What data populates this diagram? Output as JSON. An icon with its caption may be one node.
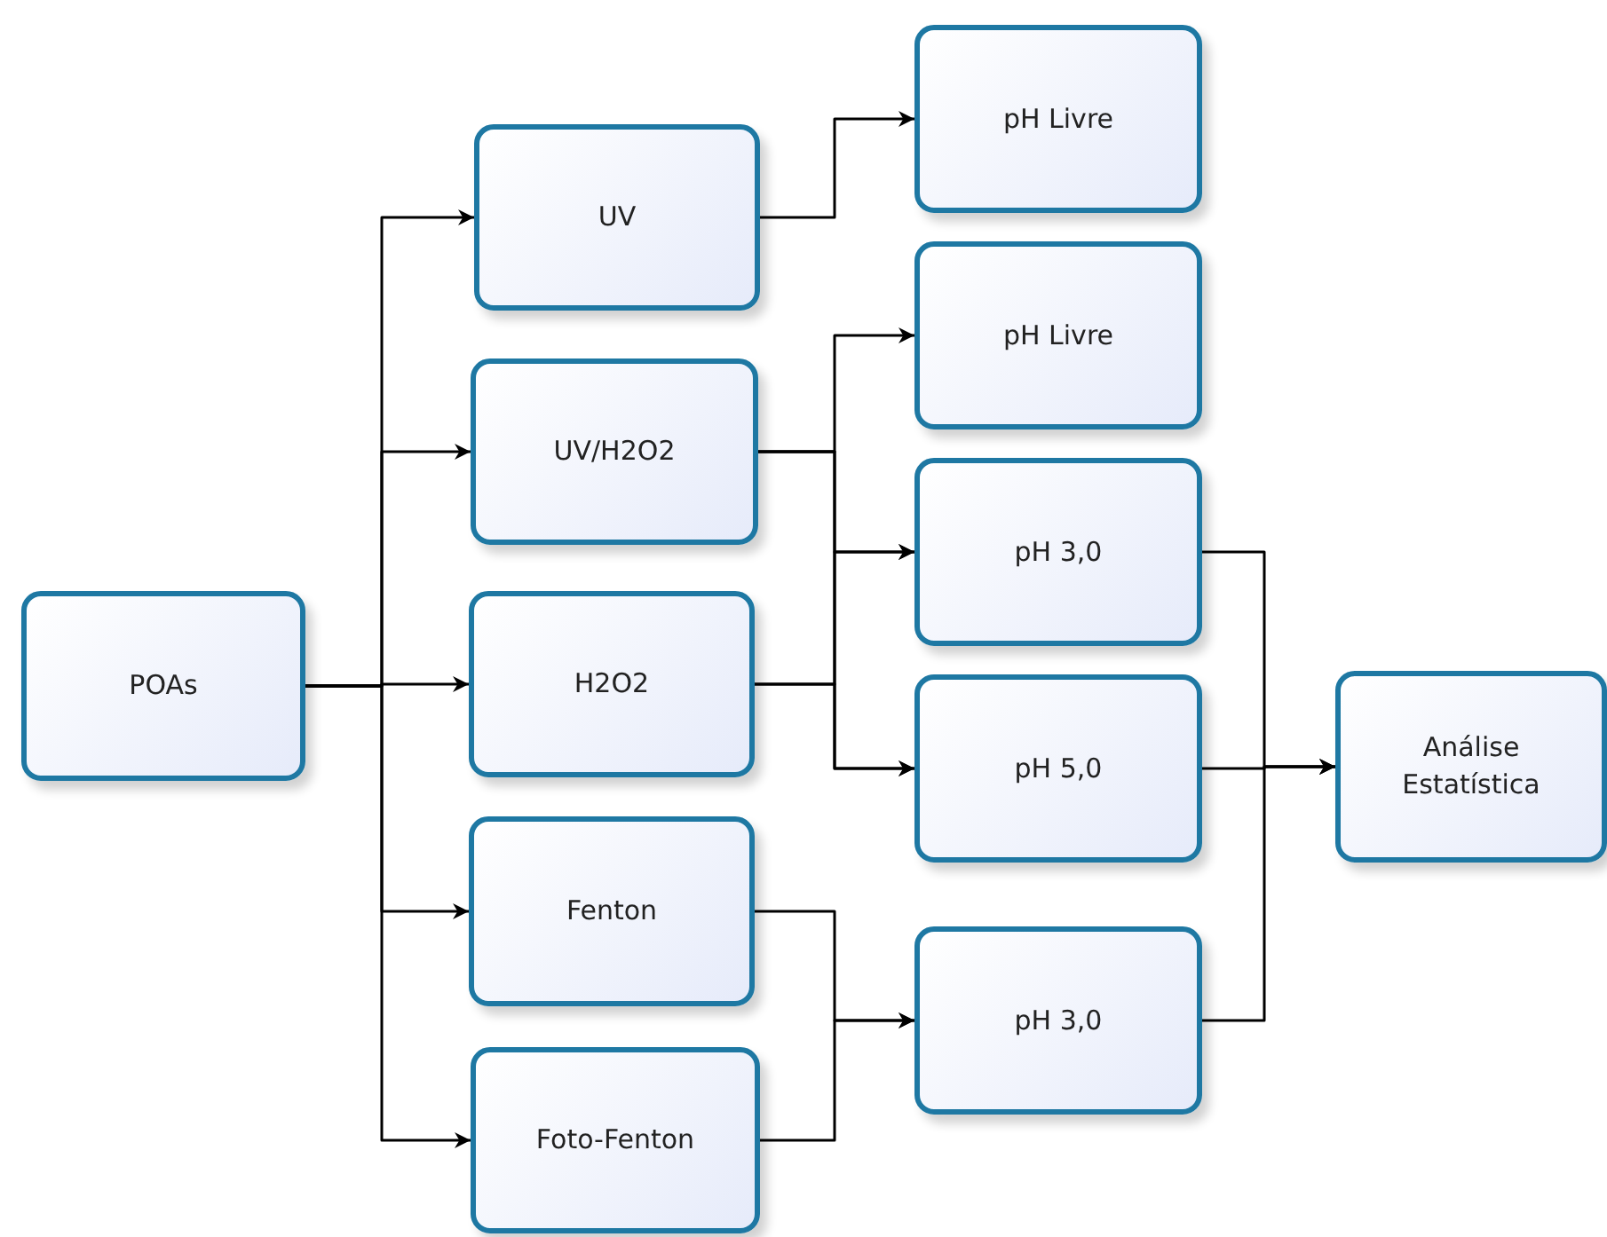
{
  "diagram": {
    "nodes": [
      {
        "text": [
          "POAs"
        ]
      },
      {
        "text": [
          "UV"
        ]
      },
      {
        "text": [
          "UV/H2O2"
        ]
      },
      {
        "text": [
          "H2O2"
        ]
      },
      {
        "text": [
          "Fenton"
        ]
      },
      {
        "text": [
          "Foto-Fenton"
        ]
      },
      {
        "text": [
          "pH Livre"
        ]
      },
      {
        "text": [
          "pH Livre"
        ]
      },
      {
        "text": [
          "pH 3,0"
        ]
      },
      {
        "text": [
          "pH 5,0"
        ]
      },
      {
        "text": [
          "pH 3,0"
        ]
      },
      {
        "text": [
          "Análise Estatística"
        ]
      }
    ],
    "edges": [
      {
        "from": 0,
        "to": 1,
        "arrow": "to"
      },
      {
        "from": 0,
        "to": 2,
        "arrow": "to"
      },
      {
        "from": 0,
        "to": 3,
        "arrow": "to"
      },
      {
        "from": 0,
        "to": 4,
        "arrow": "to"
      },
      {
        "from": 0,
        "to": 5,
        "arrow": "to"
      },
      {
        "from": 1,
        "to": 6,
        "arrow": "to"
      },
      {
        "from": 2,
        "to": 7,
        "arrow": "to"
      },
      {
        "from": 2,
        "to": 8,
        "arrow": "to"
      },
      {
        "from": 2,
        "to": 9,
        "arrow": "to"
      },
      {
        "from": 3,
        "to": 8,
        "arrow": "to"
      },
      {
        "from": 3,
        "to": 9,
        "arrow": "to"
      },
      {
        "from": 4,
        "to": 10,
        "arrow": "to"
      },
      {
        "from": 5,
        "to": 10,
        "arrow": "to"
      },
      {
        "from": 8,
        "to": 11,
        "arrow": "to"
      },
      {
        "from": 9,
        "to": 11,
        "arrow": "to"
      },
      {
        "from": 10,
        "to": 11,
        "arrow": "to"
      }
    ]
  }
}
